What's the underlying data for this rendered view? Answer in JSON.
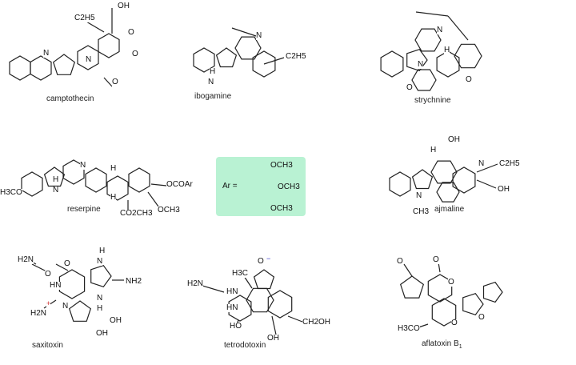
{
  "molecules": [
    {
      "name": "camptothecin",
      "atoms": [
        "C2H5",
        "OH",
        "N",
        "N",
        "O",
        "O",
        "O"
      ]
    },
    {
      "name": "ibogamine",
      "atoms": [
        "N",
        "C2H5",
        "H",
        "N"
      ]
    },
    {
      "name": "strychnine",
      "atoms": [
        "N",
        "H",
        "N",
        "O",
        "O"
      ]
    },
    {
      "name": "reserpine",
      "atoms": [
        "H3CO",
        "N",
        "H",
        "N",
        "H",
        "OCOAr",
        "CO2CH3",
        "OCH3",
        "H"
      ]
    },
    {
      "name": "ajmaline",
      "atoms": [
        "OH",
        "H",
        "N",
        "C2H5",
        "OH",
        "N",
        "CH3"
      ]
    },
    {
      "name": "saxitoxin",
      "atoms": [
        "H2N",
        "O",
        "O",
        "H",
        "N",
        "H",
        "N",
        "NH2",
        "HN",
        "H2N",
        "+",
        "N",
        "OH",
        "OH"
      ]
    },
    {
      "name": "tetrodotoxin",
      "atoms": [
        "H3C",
        "O",
        "−",
        "H2N",
        "HN",
        "HN",
        "HO",
        "CH2OH",
        "OH"
      ]
    },
    {
      "name": "aflatoxin B",
      "subscript": "1",
      "atoms": [
        "O",
        "O",
        "O",
        "O",
        "O",
        "H3CO"
      ]
    }
  ],
  "ar_box": {
    "prefix": "Ar =",
    "substituents": [
      "OCH3",
      "OCH3",
      "OCH3"
    ],
    "color": "#b9f2d3"
  }
}
